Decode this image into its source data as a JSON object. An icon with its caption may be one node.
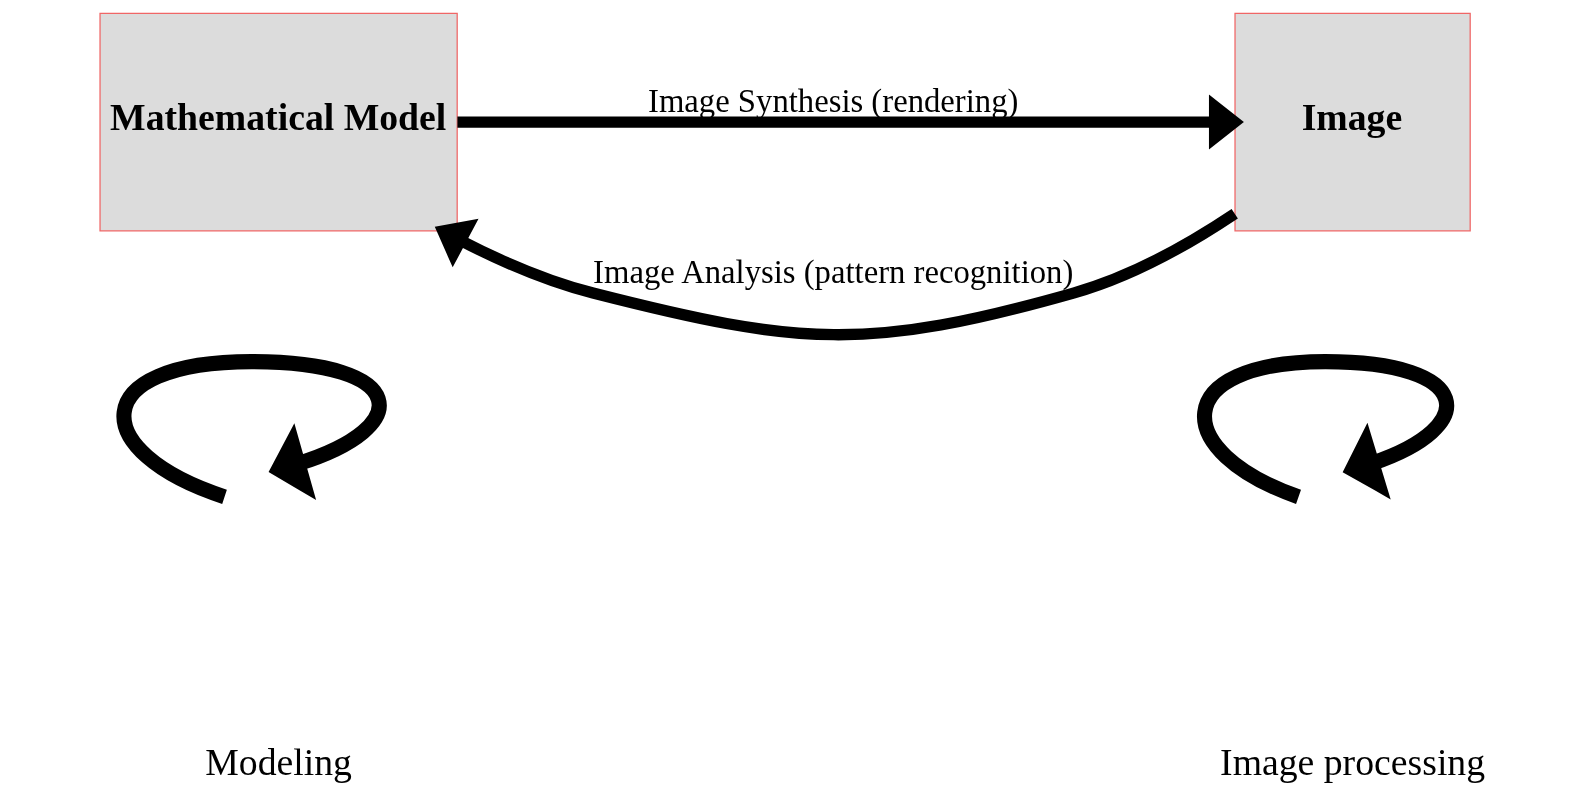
{
  "diagram": {
    "nodes": [
      {
        "text": [
          "Mathematical Model"
        ]
      },
      {
        "text": [
          "Image"
        ]
      }
    ],
    "edges": [
      {
        "from": 1,
        "to": 0,
        "arrow": "to",
        "label": "Image Analysis (pattern recognition)"
      },
      {
        "from": 0,
        "to": 1,
        "arrow": "to",
        "label": "Image Synthesis (rendering)"
      }
    ],
    "labels": [
      "Modeling",
      "Image processing"
    ]
  }
}
